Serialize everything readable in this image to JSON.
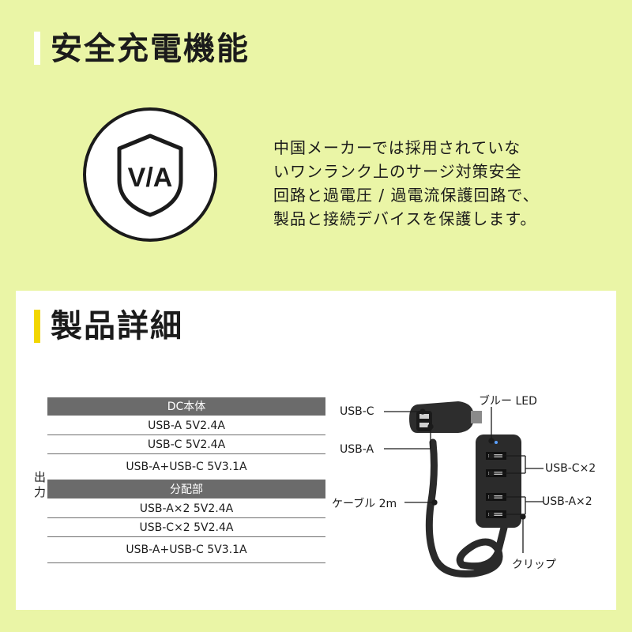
{
  "section1": {
    "title": "安全充電機能",
    "bar_color": "#ffffff"
  },
  "badge": {
    "text": "V/A",
    "icon": "shield-icon"
  },
  "description": [
    "中国メーカーでは採用されていな",
    "いワンランク上のサージ対策安全",
    "回路と過電圧 / 過電流保護回路で、",
    "製品と接続デバイスを保護します。"
  ],
  "section2": {
    "title": "製品詳細",
    "bar_color": "#f2d600"
  },
  "spec": {
    "row_label": "出力",
    "header1": "DC本体",
    "rows1": [
      "USB-A 5V2.4A",
      "USB-C 5V2.4A",
      "USB-A+USB-C 5V3.1A"
    ],
    "header2": "分配部",
    "rows2": [
      "USB-A×2 5V2.4A",
      "USB-C×2 5V2.4A",
      "USB-A+USB-C 5V3.1A"
    ]
  },
  "callouts": {
    "usb_c": "USB-C",
    "usb_a": "USB-A",
    "blue_led": "ブルー LED",
    "usb_c_x2": "USB-C×2",
    "usb_a_x2": "USB-A×2",
    "cable": "ケーブル 2m",
    "clip": "クリップ"
  },
  "colors": {
    "background": "#eaf5a6",
    "panel": "#ffffff",
    "table_header": "#6b6b6b",
    "accent": "#f2d600"
  }
}
